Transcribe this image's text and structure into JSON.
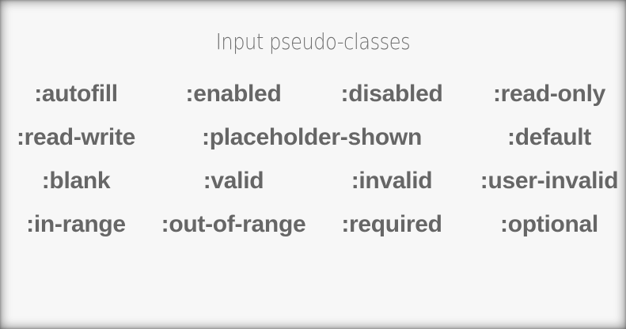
{
  "title": "Input pseudo-classes",
  "rows": [
    [
      ":autofill",
      ":enabled",
      ":disabled",
      ":read-only"
    ],
    [
      ":read-write",
      ":placeholder-shown",
      ":default"
    ],
    [
      ":blank",
      ":valid",
      ":invalid",
      ":user-invalid"
    ],
    [
      ":in-range",
      ":out-of-range",
      ":required",
      ":optional"
    ]
  ]
}
